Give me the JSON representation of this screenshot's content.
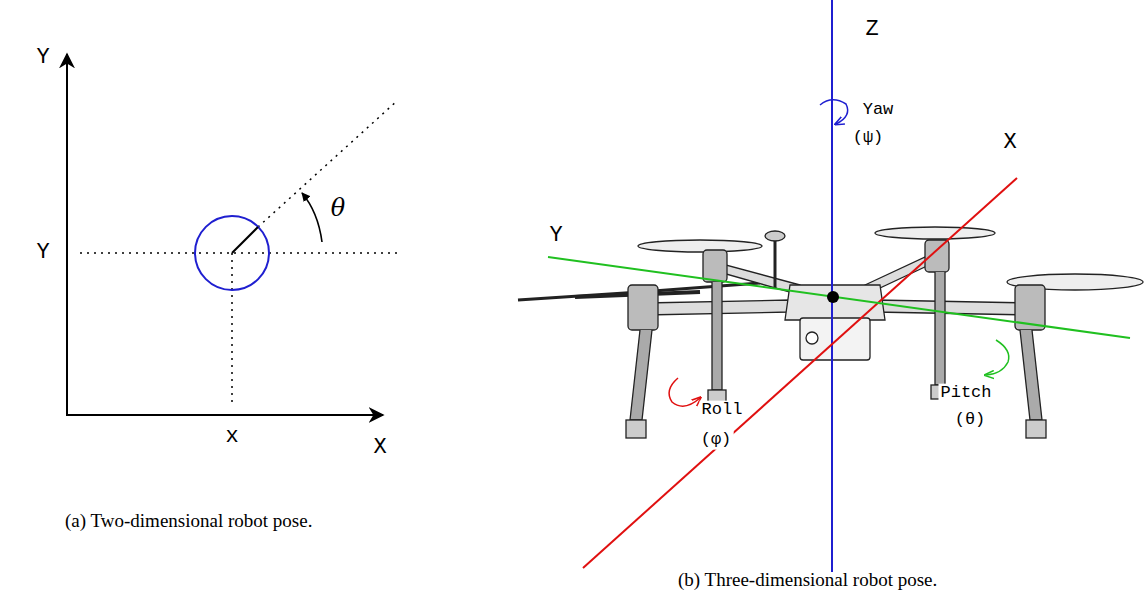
{
  "diagram": {
    "labels": [
      "Y",
      "X",
      "Y",
      "x",
      "θ",
      "(a) Two-dimensional robot pose.",
      "Z",
      "X",
      "Y",
      "Yaw",
      "(ψ)",
      "Pitch",
      "(θ)",
      "Roll",
      "(φ)",
      "(b) Three-dimensional robot pose."
    ]
  }
}
